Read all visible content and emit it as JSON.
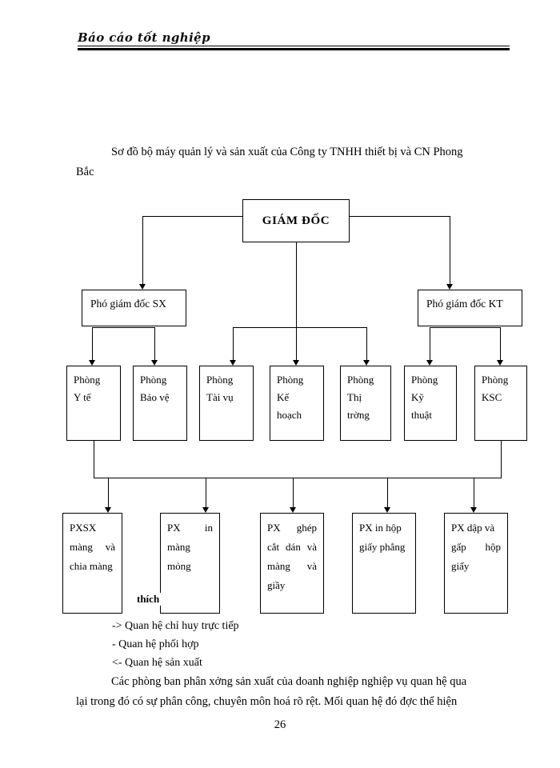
{
  "document": {
    "running_header": "Báo cáo tốt nghiệp",
    "page_number": "26",
    "title_indent_marker": " ",
    "title_line1": "Sơ đồ bộ máy quản lý và sản xuất của Công ty TNHH thiết bị và CN Phong",
    "title_line2": "Bắc",
    "stray_text": "thích"
  },
  "org_chart": {
    "level1": {
      "director": "GIÁM ĐỐC"
    },
    "level2": [
      {
        "label": "Phó giám đốc SX"
      },
      {
        "label": "Phó giám đốc KT"
      }
    ],
    "level3": [
      {
        "line1": "Phòng",
        "line2": "Y tế",
        "line3": ""
      },
      {
        "line1": "Phòng",
        "line2": "Bảo vệ",
        "line3": ""
      },
      {
        "line1": "Phòng",
        "line2": "Tài vụ",
        "line3": ""
      },
      {
        "line1": "Phòng",
        "line2": "Kế",
        "line3": "hoạch"
      },
      {
        "line1": "Phòng",
        "line2": "Thị",
        "line3": "trờng"
      },
      {
        "line1": "Phòng",
        "line2": "Kỹ",
        "line3": "thuật"
      },
      {
        "line1": "Phòng",
        "line2": "KSC",
        "line3": ""
      }
    ],
    "level4": [
      {
        "line1": "PXSX",
        "line2": "màng và",
        "line3": "chia màng",
        "line4": ""
      },
      {
        "line1": "PX        in",
        "line2": "màng",
        "line3": "mỏng",
        "line4": ""
      },
      {
        "line1": "PX   ghép",
        "line2": "cắt dán và",
        "line3": "màng   và",
        "line4": "giầy"
      },
      {
        "line1": "PX in hộp",
        "line2": "giấy phẳng",
        "line3": "",
        "line4": ""
      },
      {
        "line1": "PX dập và",
        "line2": "gấp   hộp",
        "line3": "giấy",
        "line4": ""
      }
    ]
  },
  "legend": {
    "items": [
      "-> Quan hệ chỉ huy trực tiếp",
      "- Quan hệ phối hợp",
      "<- Quan hệ sản xuất"
    ]
  },
  "closing_paragraph": {
    "line1": "Các phòng ban phân xởng    sản xuất của doanh nghiệp nghiệp vụ quan hệ qua",
    "line2": "lại trong đó có sự phân công, chuyên môn  hoá rõ rệt. Mối quan hệ đó đợc   thể hiện"
  },
  "colors": {
    "ink": "#000000",
    "page": "#ffffff"
  }
}
